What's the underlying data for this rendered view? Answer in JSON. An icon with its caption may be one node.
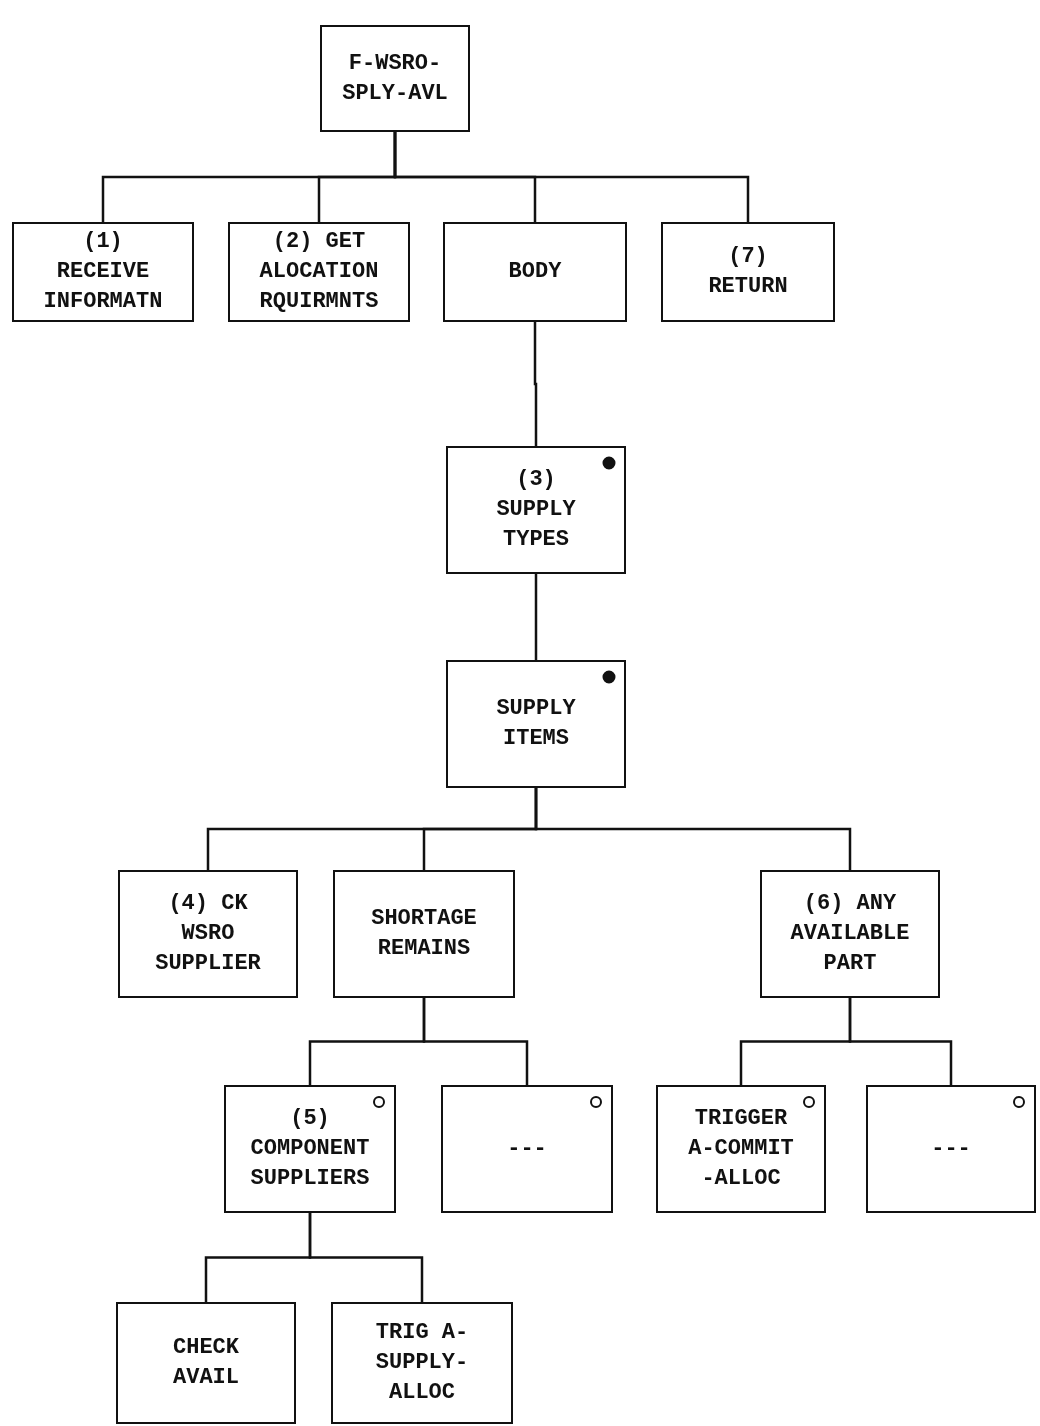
{
  "diagram": {
    "nodes": [
      {
        "text": [
          "F-WSRO- SPLY-AVL"
        ]
      },
      {
        "text": [
          "(1) RECEIVE INFORMATN"
        ]
      },
      {
        "text": [
          "(2) GET ALOCATION RQUIRMNTS"
        ]
      },
      {
        "text": [
          "BODY"
        ]
      },
      {
        "text": [
          "(7) RETURN"
        ]
      },
      {
        "text": [
          "(3) SUPPLY TYPES"
        ]
      },
      {
        "text": [
          "SUPPLY ITEMS"
        ]
      },
      {
        "text": [
          "(4) CK WSRO SUPPLIER"
        ]
      },
      {
        "text": [
          "SHORTAGE REMAINS"
        ]
      },
      {
        "text": [
          "(6) ANY AVAILABLE PART"
        ]
      },
      {
        "text": [
          "(5) COMPONENT SUPPLIERS"
        ]
      },
      {
        "text": [
          "---"
        ]
      },
      {
        "text": [
          "TRIGGER A-COMMIT -ALLOC"
        ]
      },
      {
        "text": [
          "---"
        ]
      },
      {
        "text": [
          "CHECK AVAIL"
        ]
      },
      {
        "text": [
          "TRIG A- SUPPLY- ALLOC"
        ]
      }
    ],
    "edges": [
      {
        "from": 0,
        "to": 1,
        "arrow": "none"
      },
      {
        "from": 0,
        "to": 2,
        "arrow": "none"
      },
      {
        "from": 0,
        "to": 3,
        "arrow": "none"
      },
      {
        "from": 0,
        "to": 4,
        "arrow": "none"
      },
      {
        "from": 3,
        "to": 5,
        "arrow": "none"
      },
      {
        "from": 5,
        "to": 6,
        "arrow": "none"
      },
      {
        "from": 6,
        "to": 7,
        "arrow": "none"
      },
      {
        "from": 6,
        "to": 8,
        "arrow": "none"
      },
      {
        "from": 6,
        "to": 9,
        "arrow": "none"
      },
      {
        "from": 8,
        "to": 10,
        "arrow": "none"
      },
      {
        "from": 8,
        "to": 11,
        "arrow": "none"
      },
      {
        "from": 9,
        "to": 12,
        "arrow": "none"
      },
      {
        "from": 9,
        "to": 13,
        "arrow": "none"
      },
      {
        "from": 10,
        "to": 14,
        "arrow": "none"
      },
      {
        "from": 10,
        "to": 15,
        "arrow": "none"
      }
    ]
  }
}
